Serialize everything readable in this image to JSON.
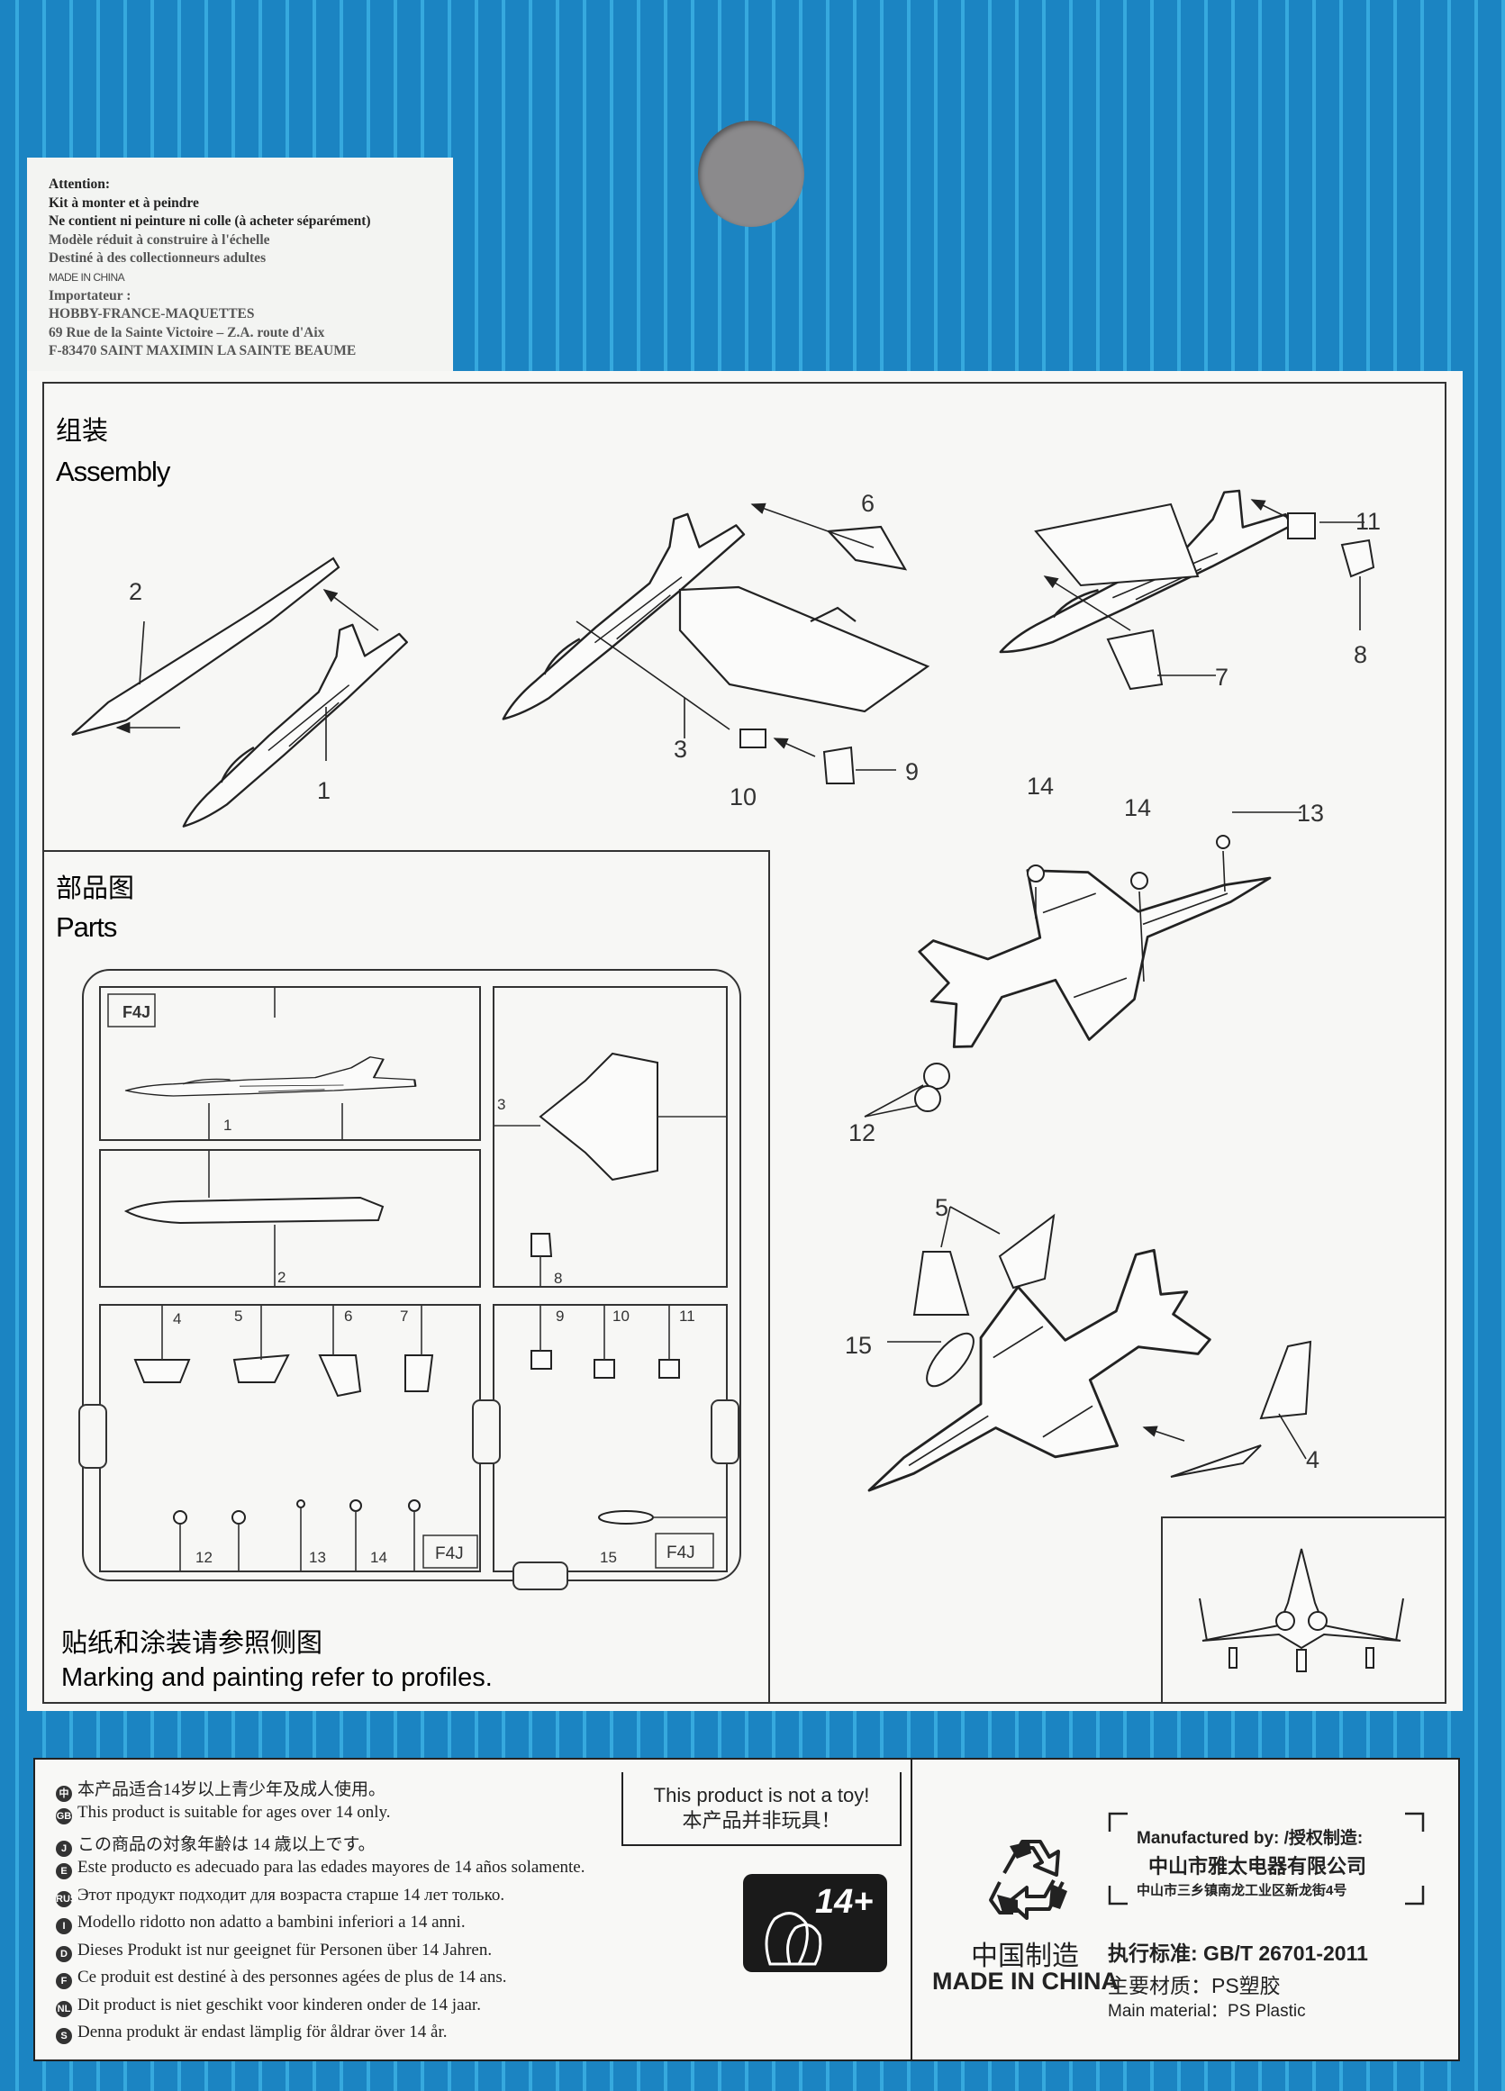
{
  "attention_label": {
    "lines": [
      "Attention:",
      "Kit à monter et à peindre",
      "Ne contient ni peinture ni colle (à acheter séparément)",
      "Modèle réduit à construire à l'échelle",
      "Destiné à des collectionneurs adultes",
      "MADE IN CHINA",
      "Importateur :",
      "HOBBY-FRANCE-MAQUETTES",
      "69 Rue de la Sainte Victoire – Z.A. route d'Aix",
      "F-83470 SAINT MAXIMIN LA SAINTE BEAUME"
    ]
  },
  "assembly": {
    "title_cn": "组装",
    "title_en": "Assembly",
    "callouts": [
      "1",
      "2",
      "3",
      "4",
      "5",
      "6",
      "7",
      "8",
      "9",
      "10",
      "11",
      "12",
      "13",
      "14",
      "14",
      "15"
    ]
  },
  "parts": {
    "title_cn": "部品图",
    "title_en": "Parts",
    "sprue_label": "F4J",
    "part_numbers": [
      "1",
      "2",
      "3",
      "4",
      "5",
      "6",
      "7",
      "8",
      "9",
      "10",
      "11",
      "12",
      "13",
      "14",
      "15"
    ]
  },
  "marking_note": {
    "cn": "贴纸和涂装请参照侧图",
    "en": "Marking and painting refer to profiles."
  },
  "warnings": [
    {
      "code": "中",
      "text": "本产品适合14岁以上青少年及成人使用。"
    },
    {
      "code": "GB",
      "text": "This product is suitable for ages over 14 only."
    },
    {
      "code": "J",
      "text": "この商品の対象年齢は 14 歳以上です。"
    },
    {
      "code": "E",
      "text": "Este producto es adecuado para las edades mayores de 14 años solamente."
    },
    {
      "code": "RUS",
      "text": "Этот продукт подходит для возраста старше 14 лет только."
    },
    {
      "code": "I",
      "text": "Modello ridotto non adatto a bambini inferiori a 14 anni."
    },
    {
      "code": "D",
      "text": "Dieses Produkt  ist nur geeignet für Personen über 14 Jahren."
    },
    {
      "code": "F",
      "text": "Ce produit est destiné à des personnes agées de plus de 14 ans."
    },
    {
      "code": "NL",
      "text": "Dit product is niet geschikt voor kinderen onder de 14 jaar."
    },
    {
      "code": "S",
      "text": "Denna produkt är endast lämplig för åldrar över 14 år."
    }
  ],
  "not_toy": {
    "en": "This product is not a toy!",
    "cn": "本产品并非玩具！"
  },
  "age_badge": "14+",
  "made_in": {
    "cn": "中国制造",
    "en": "MADE IN CHINA"
  },
  "manufacturer": {
    "label": "Manufactured by: /授权制造:",
    "name": "中山市雅太电器有限公司",
    "address": "中山市三乡镇南龙工业区新龙街4号",
    "standard": "执行标准: GB/T 26701-2011",
    "material_cn": "主要材质：PS塑胶",
    "material_en": "Main material：PS Plastic"
  }
}
